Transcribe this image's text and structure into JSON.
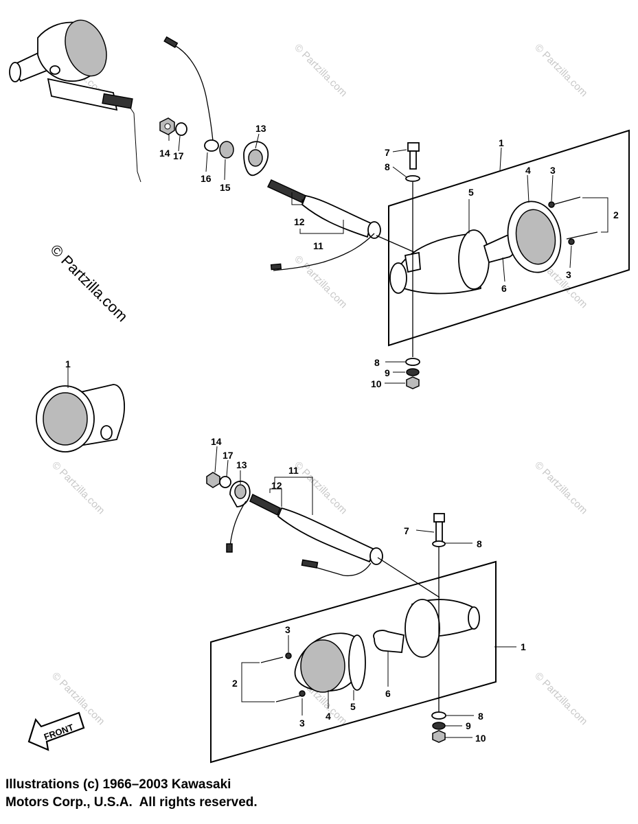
{
  "watermark": {
    "text": "© Partzilla.com",
    "small_text": "© Partzilla.com"
  },
  "front_label": "FRONT",
  "copyright": {
    "line1": "Illustrations (c) 1966–2003 Kawasaki",
    "line2": "Motors Corp., U.S.A.  All rights reserved."
  },
  "callouts": {
    "top": {
      "c1": "1",
      "c2": "2",
      "c3a": "3",
      "c3b": "3",
      "c4": "4",
      "c5": "5",
      "c6": "6",
      "c7": "7",
      "c8a": "8",
      "c8b": "8",
      "c9": "9",
      "c10": "10",
      "c11": "11",
      "c12": "12",
      "c13": "13",
      "c14": "14",
      "c15": "15",
      "c16": "16",
      "c17": "17"
    },
    "assembled": {
      "c1": "1"
    },
    "bottom": {
      "c1": "1",
      "c2": "2",
      "c3a": "3",
      "c3b": "3",
      "c4": "4",
      "c5": "5",
      "c6": "6",
      "c7": "7",
      "c8a": "8",
      "c8b": "8",
      "c9": "9",
      "c10": "10",
      "c11": "11",
      "c12": "12",
      "c13": "13",
      "c14": "14",
      "c17": "17"
    }
  }
}
